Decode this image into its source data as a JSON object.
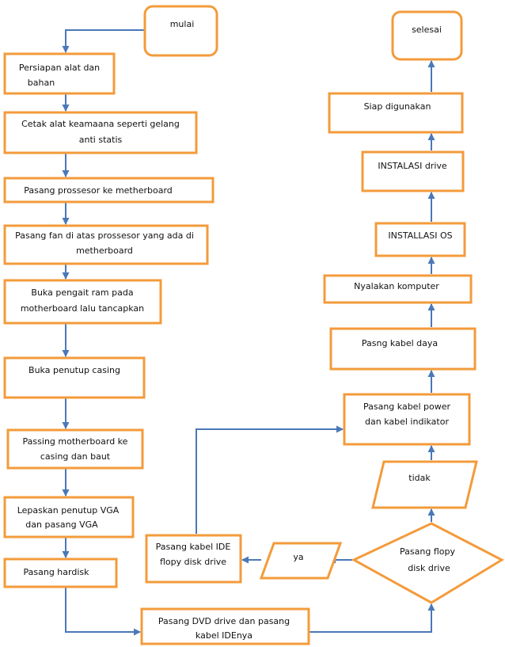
{
  "colors": {
    "box_fill": "#ffffff",
    "box_border": "#f39b3b",
    "arrow": "#4a78b8",
    "text": "#111111"
  },
  "nodes": {
    "mulai": "mulai",
    "persiapan_1": "Persiapan alat dan",
    "persiapan_2": "bahan",
    "cetak_1": "Cetak alat keamaana seperti gelang",
    "cetak_2": "anti statis",
    "prossesor": "Pasang prossesor ke metherboard",
    "fan_1": "Pasang fan di atas prossesor yang ada di",
    "fan_2": "metherboard",
    "ram_1": "Buka pengait ram pada",
    "ram_2": "motherboard lalu tancapkan",
    "casing": "Buka penutup casing",
    "passing_1": "Passing motherboard ke",
    "passing_2": "casing dan baut",
    "vga_1": "Lepaskan penutup VGA",
    "vga_2": "dan pasang VGA",
    "hardisk": "Pasang hardisk",
    "dvd_1": "Pasang DVD drive dan pasang",
    "dvd_2": "kabel IDEnya",
    "decision_1": "Pasang flopy",
    "decision_2": "disk drive",
    "ya": "ya",
    "tidak": "tidak",
    "ide_1": "Pasang kabel IDE",
    "ide_2": "flopy disk drive",
    "power_1": "Pasang kabel power",
    "power_2": "dan kabel indikator",
    "daya": "Pasng kabel daya",
    "nyalakan": "Nyalakan komputer",
    "os": "INSTALLASI OS",
    "drive": "INSTALASI drive",
    "siap": "Siap digunakan",
    "selesai": "selesai"
  }
}
